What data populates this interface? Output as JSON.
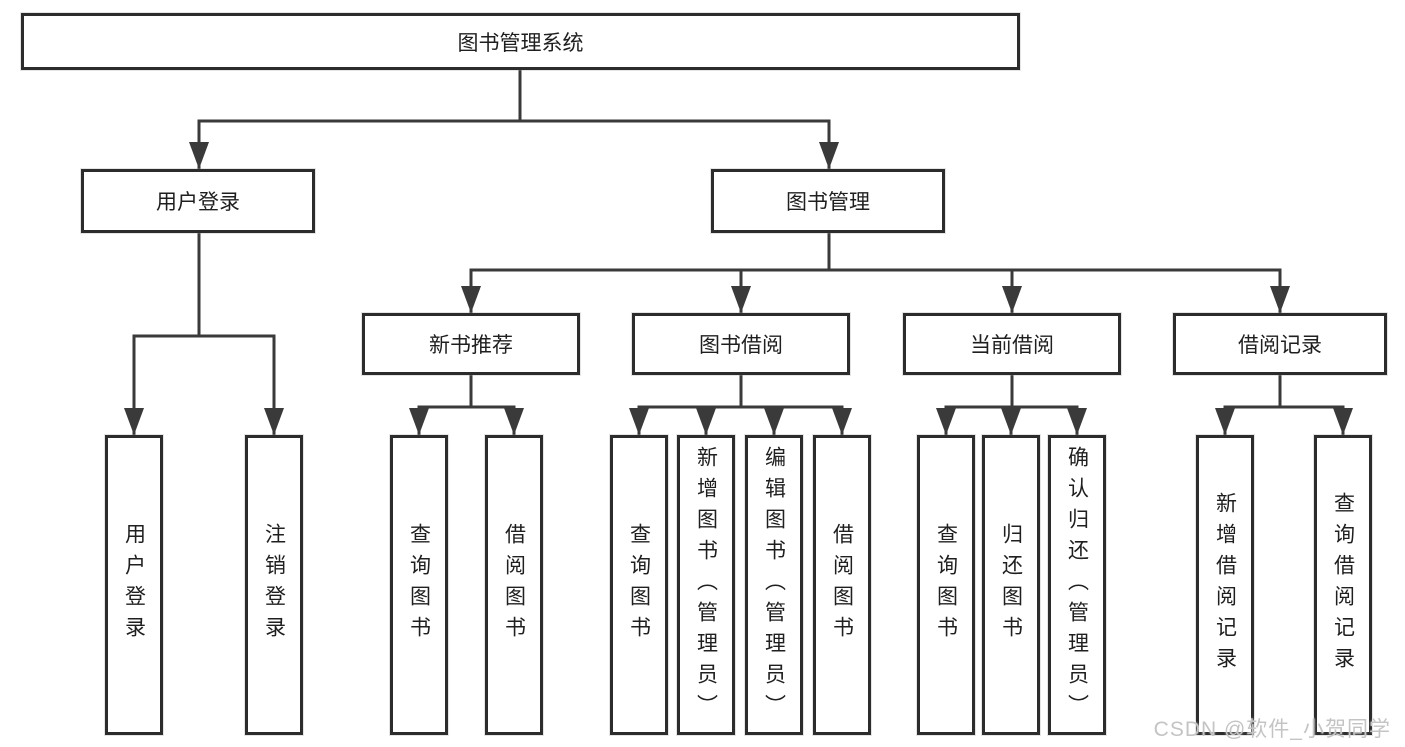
{
  "diagram": {
    "type": "hierarchy-tree",
    "root": {
      "label": "图书管理系统"
    },
    "level2": [
      {
        "id": "user-login",
        "label": "用户登录",
        "parent": "图书管理系统"
      },
      {
        "id": "book-management",
        "label": "图书管理",
        "parent": "图书管理系统"
      }
    ],
    "level3": [
      {
        "id": "new-book-recommend",
        "label": "新书推荐",
        "parent": "图书管理"
      },
      {
        "id": "book-borrow",
        "label": "图书借阅",
        "parent": "图书管理"
      },
      {
        "id": "current-borrow",
        "label": "当前借阅",
        "parent": "图书管理"
      },
      {
        "id": "borrow-records",
        "label": "借阅记录",
        "parent": "图书管理"
      }
    ],
    "leaves": [
      {
        "label": "用户登录",
        "parent": "用户登录"
      },
      {
        "label": "注销登录",
        "parent": "用户登录"
      },
      {
        "label": "查询图书",
        "parent": "新书推荐"
      },
      {
        "label": "借阅图书",
        "parent": "新书推荐"
      },
      {
        "label": "查询图书",
        "parent": "图书借阅"
      },
      {
        "label": "新增图书（管理员）",
        "parent": "图书借阅"
      },
      {
        "label": "编辑图书（管理员）",
        "parent": "图书借阅"
      },
      {
        "label": "借阅图书",
        "parent": "图书借阅"
      },
      {
        "label": "查询图书",
        "parent": "当前借阅"
      },
      {
        "label": "归还图书",
        "parent": "当前借阅"
      },
      {
        "label": "确认归还（管理员）",
        "parent": "当前借阅"
      },
      {
        "label": "新增借阅记录",
        "parent": "借阅记录"
      },
      {
        "label": "查询借阅记录",
        "parent": "借阅记录"
      }
    ]
  },
  "watermark": {
    "text": "CSDN @软件_小贺同学"
  },
  "colors": {
    "background": "#ffffff",
    "line": "#3a3a3a",
    "box_border": "#2c2c2c",
    "text": "#1f1f1f",
    "watermark": "#c4c4c4"
  }
}
